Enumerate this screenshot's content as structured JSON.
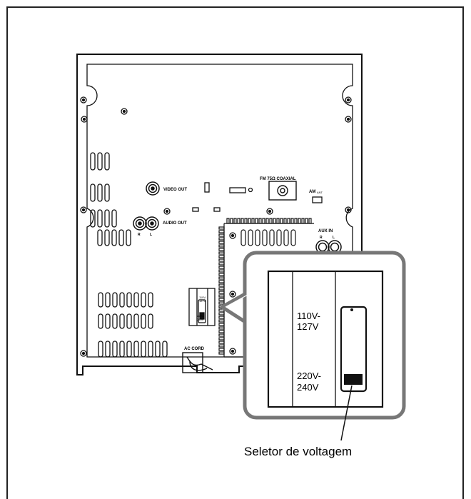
{
  "labels": {
    "video_out": "VIDEO OUT",
    "audio_out": "AUDIO OUT",
    "audio_r": "R",
    "audio_l": "L",
    "fm": "FM 75Ω COAXIAL",
    "am": "AM",
    "am_sub": "ANT",
    "aux_in": "AUX IN",
    "aux_r": "R",
    "aux_l": "L",
    "ac_cord": "AC CORD",
    "small_110": "110V-",
    "small_127": "127V",
    "small_220": "220V-",
    "small_240": "240V",
    "zoom_110": "110V-",
    "zoom_127": "127V",
    "zoom_220": "220V-",
    "zoom_240": "240V",
    "caption": "Seletor de voltagem"
  },
  "colors": {
    "stroke": "#111111",
    "callout": "#777777",
    "background": "#ffffff"
  }
}
